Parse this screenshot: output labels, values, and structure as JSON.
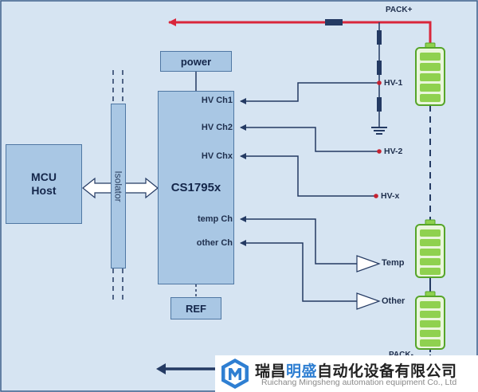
{
  "blocks": {
    "mcu": "MCU\nHost",
    "isolator": "Isolator",
    "power": "power",
    "chip": "CS1795x",
    "ref": "REF"
  },
  "channels": {
    "hv1": "HV Ch1",
    "hv2": "HV Ch2",
    "hvx": "HV Chx",
    "temp": "temp Ch",
    "other": "other Ch"
  },
  "nodes": {
    "pack_plus": "PACK+",
    "hv1": "HV-1",
    "hv2": "HV-2",
    "hvx": "HV-x",
    "temp": "Temp",
    "other": "Other",
    "pack_minus": "PACK-"
  },
  "logo": {
    "cn_a": "瑞昌",
    "cn_b": "明盛",
    "cn_c": "自动化设备有限公司",
    "en": "Ruichang Mingsheng automation equipment Co., Ltd"
  },
  "colors": {
    "background": "#d6e4f2",
    "block_fill": "#a9c7e4",
    "block_border": "#4f77a3",
    "wire": "#243a63",
    "pack_line": "#d9263b",
    "battery_fill": "#8fd14f",
    "battery_border": "#56a52a",
    "logo_accent": "#2f7fd2"
  }
}
